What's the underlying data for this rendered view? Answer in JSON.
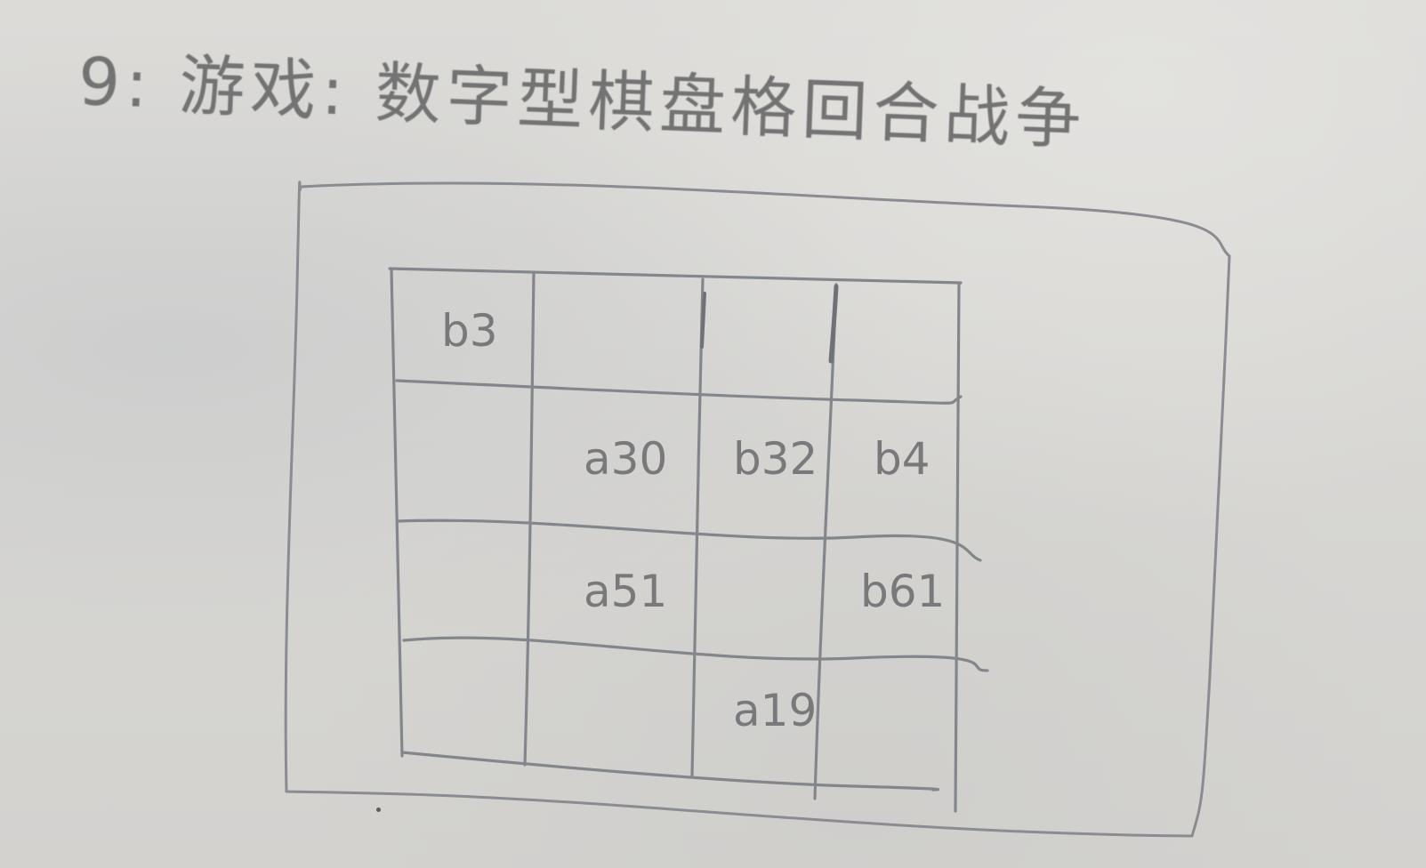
{
  "title": "9: 游戏: 数字型棋盘格回合战争",
  "board": {
    "rows": 4,
    "cols": 4,
    "cells": [
      {
        "row": 0,
        "col": 0,
        "text": "b3"
      },
      {
        "row": 1,
        "col": 1,
        "text": "a30"
      },
      {
        "row": 1,
        "col": 2,
        "text": "b32"
      },
      {
        "row": 1,
        "col": 3,
        "text": "b4"
      },
      {
        "row": 2,
        "col": 1,
        "text": "a51"
      },
      {
        "row": 2,
        "col": 3,
        "text": "b61"
      },
      {
        "row": 3,
        "col": 2,
        "text": "a19"
      }
    ]
  },
  "colors": {
    "paper": "#d9d8d6",
    "pencil": "#7a7a7c",
    "grid_line": "#85878c"
  }
}
